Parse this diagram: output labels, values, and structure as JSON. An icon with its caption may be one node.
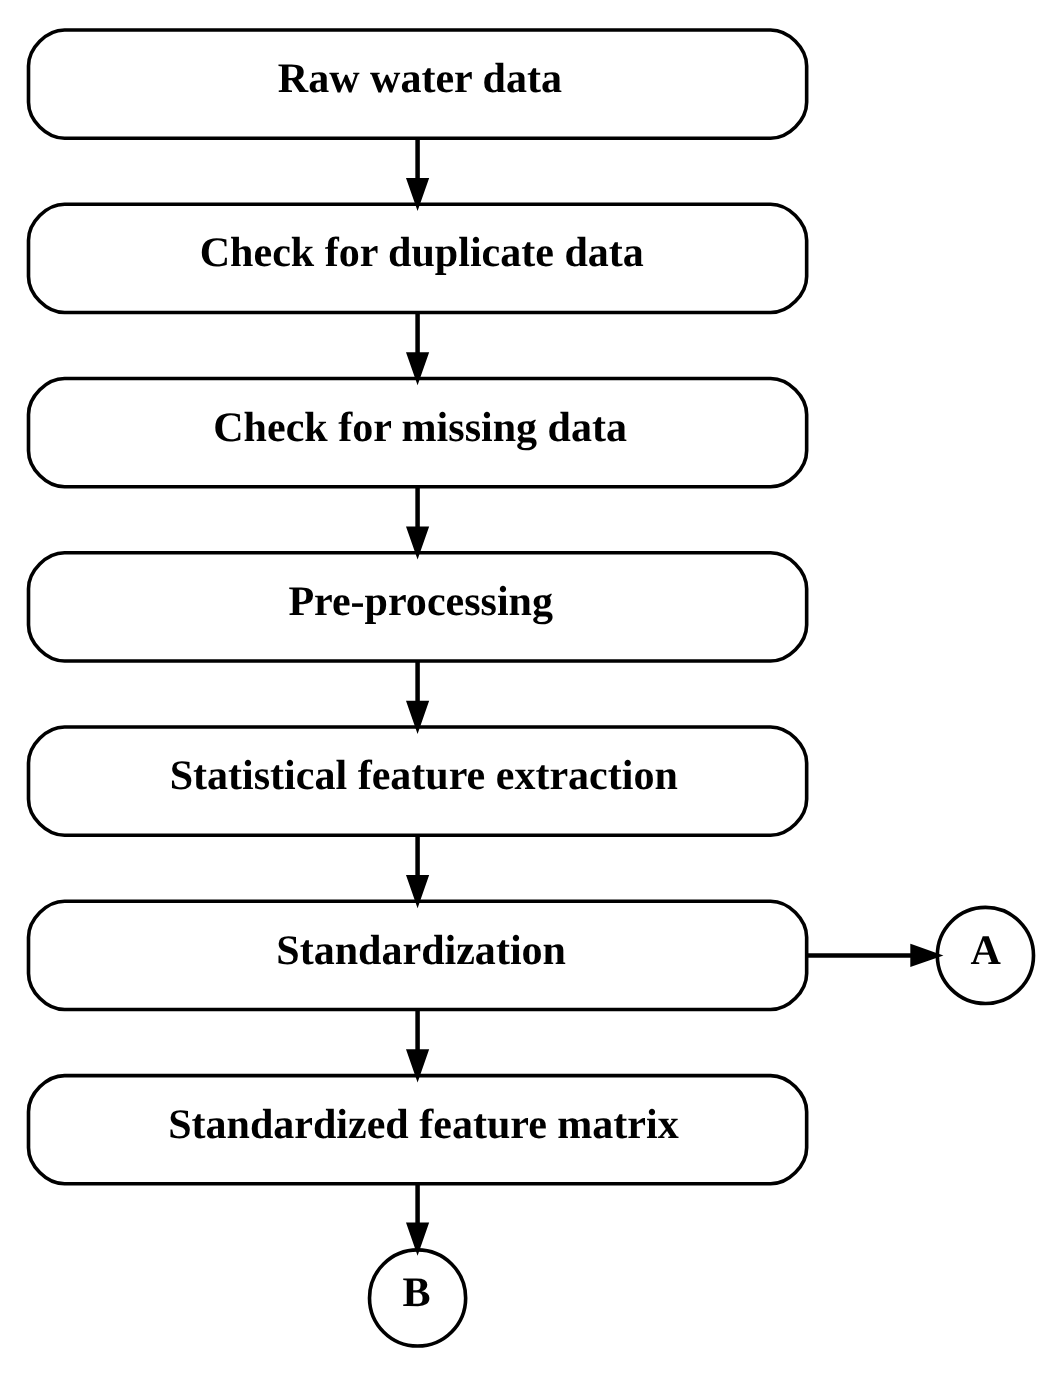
{
  "diagram": {
    "nodes": [
      {
        "text": [
          "Raw water data"
        ]
      },
      {
        "text": [
          "Check for duplicate data"
        ]
      },
      {
        "text": [
          "Check for missing data"
        ]
      },
      {
        "text": [
          "Pre-processing"
        ]
      },
      {
        "text": [
          "Statistical feature extraction"
        ]
      },
      {
        "text": [
          "Standardization"
        ]
      },
      {
        "text": [
          "Standardized feature matrix"
        ]
      },
      {
        "text": [
          "A"
        ]
      },
      {
        "text": [
          "B"
        ]
      }
    ],
    "edges": [
      {
        "from": 0,
        "to": 1,
        "arrow": "to"
      },
      {
        "from": 1,
        "to": 2,
        "arrow": "to"
      },
      {
        "from": 2,
        "to": 3,
        "arrow": "to"
      },
      {
        "from": 3,
        "to": 4,
        "arrow": "to"
      },
      {
        "from": 4,
        "to": 5,
        "arrow": "to"
      },
      {
        "from": 5,
        "to": 7,
        "arrow": "to"
      },
      {
        "from": 5,
        "to": 6,
        "arrow": "to"
      },
      {
        "from": 6,
        "to": 8,
        "arrow": "to"
      }
    ]
  }
}
